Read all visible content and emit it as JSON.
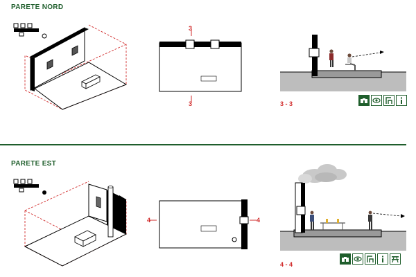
{
  "sections": [
    {
      "title": "PARETE NORD",
      "cut_label": "3 - 3",
      "plan_marker_top": "3",
      "plan_marker_bottom": "3",
      "icons": [
        "binoculars-icon",
        "eye-icon",
        "shelter-icon",
        "info-icon"
      ]
    },
    {
      "title": "PARETE EST",
      "cut_label": "4 - 4",
      "plan_marker_left": "4",
      "plan_marker_right": "4",
      "icons": [
        "binoculars-icon",
        "eye-icon",
        "shelter-icon",
        "info-icon",
        "picnic-table-icon"
      ]
    }
  ],
  "colors": {
    "accent": "#1f5e2c",
    "cut": "#d12b2b",
    "ground": "#bdbdbd"
  }
}
